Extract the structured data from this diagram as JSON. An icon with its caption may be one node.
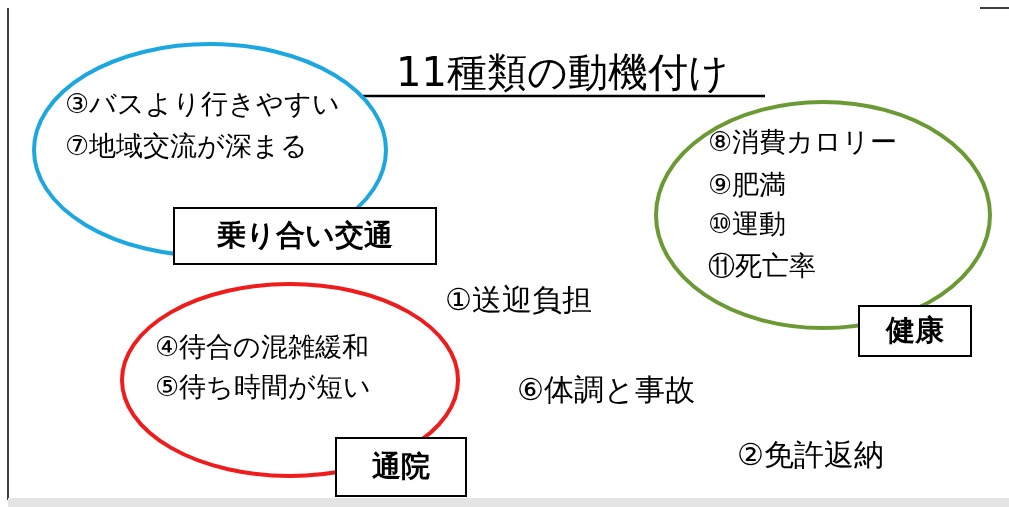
{
  "diagram": {
    "title": "11種類の動機付け",
    "nodes": [
      {
        "text": [
          "③バスより行きやすい",
          "⑦地域交流が深まる"
        ]
      },
      {
        "text": [
          "乗り合い交通"
        ]
      },
      {
        "text": [
          "⑧消費カロリー",
          "⑨肥満",
          "⑩運動",
          "⑪死亡率"
        ]
      },
      {
        "text": [
          "健康"
        ]
      },
      {
        "text": [
          "④待合の混雑緩和",
          "⑤待ち時間が短い"
        ]
      },
      {
        "text": [
          "通院"
        ]
      }
    ],
    "edges": [],
    "labels": [
      "①送迎負担",
      "⑥体調と事故",
      "②免許返納"
    ]
  }
}
